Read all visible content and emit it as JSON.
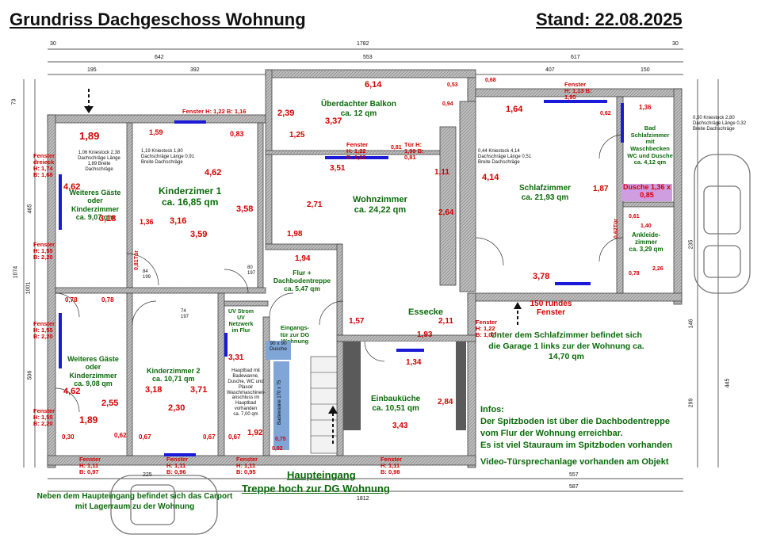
{
  "header": {
    "title": "Grundriss Dachgeschoss Wohnung",
    "stand": "Stand: 22.08.2025"
  },
  "overall_dims": {
    "top_total": "1782",
    "top_30_a": "30",
    "top_30_b": "30",
    "top_642": "642",
    "top_553": "553",
    "top_617": "617",
    "top_195": "195",
    "top_392": "392",
    "top_407": "407",
    "top_150": "150",
    "bottom_total": "1812",
    "bottom_225": "225",
    "bottom_557": "557",
    "bottom_587": "587",
    "left_1074": "1074",
    "left_1001": "1001",
    "left_465": "465",
    "left_506": "506",
    "left_73": "73",
    "right_235": "235",
    "right_146": "146",
    "right_445": "445",
    "right_299": "299"
  },
  "rooms": {
    "balcony": {
      "name": "Überdachter Balkon",
      "area": "ca. 12 qm"
    },
    "living": {
      "name": "Wohnzimmer",
      "area": "ca. 24,22 qm"
    },
    "kids1": {
      "name": "Kinderzimer 1",
      "area": "ca. 16,85 qm"
    },
    "guest1": {
      "name": "Weiteres Gäste oder Kinderzimmer",
      "area": "ca. 9,07 qm"
    },
    "bedroom": {
      "name": "Schlafzimmer",
      "area": "ca. 21,93 qm"
    },
    "bath_upper": {
      "name": "Bad Schlafzimmer mit Waschbecken WC und Dusche",
      "area": "ca. 4,12 qm"
    },
    "dressing": {
      "name": "Ankleide-zimmer",
      "area": "ca. 3,29 qm"
    },
    "hall": {
      "name": "Flur + Dachbodentreppe",
      "area": "ca. 5,47 qm"
    },
    "kids2": {
      "name": "Kinderzimmer 2",
      "area": "ca. 10,71 qm"
    },
    "guest2": {
      "name": "Weiteres Gäste oder Kinderzimmer",
      "area": "ca. 9,08 qm"
    },
    "kitchen": {
      "name": "Einbauküche",
      "area": "ca. 10,51 qm"
    },
    "mainbath": {
      "name": "Hauptbad mit Badewanne, Dusche, WC und Plasoir Waschmaschinen-anschluss im Hauptbad vorhanden",
      "area": "ca. 7,00 qm"
    }
  },
  "labels": {
    "essecke": "Essecke",
    "entrance_door": "Eingangs-tür zur DG Wohnung",
    "uv": "UV Strom UV Netzwerk im Flur",
    "shower_upper": "Dusche 1,36 x 0,85",
    "shower_main": "90 x 90 Dusche",
    "bathtub": "Badewanne 170 x 75",
    "round_window": "150 rundes Fenster",
    "main_entrance": "Haupteingang",
    "stairs_up": "Treppe hoch zur DG Wohnung",
    "garage_note": "Unter dem Schlafzimmer befindet sich die Garage 1 links zur der Wohnung ca. 14,70 qm",
    "carport_note": "Neben dem Haupteingang befindet sich das Carport mit Lagerraum zu der Wohnung",
    "info_title": "Infos:",
    "info_1": "Der Spitzboden ist über die Dachbodentreppe",
    "info_2": "vom Flur der Wohnung erreichbar.",
    "info_3": "Es ist viel Stauraum im Spitzboden vorhanden",
    "info_4": "Video-Türsprechanlage vorhanden am Objekt"
  },
  "red_dims": {
    "d_189_top": "1,89",
    "d_462_l": "4,62",
    "d_318_l": "3,18",
    "d_159": "1,59",
    "d_083": "0,83",
    "d_462_k": "4,62",
    "d_316": "3,16",
    "d_358": "3,58",
    "d_136": "1,36",
    "d_359": "3,59",
    "d_239": "2,39",
    "d_337": "3,37",
    "d_125": "1,25",
    "d_614": "6,14",
    "d_351": "3,51",
    "d_111": "1,11",
    "d_271": "2,71",
    "d_264": "2,64",
    "d_198": "1,98",
    "d_194": "1,94",
    "d_164": "1,64",
    "d_136_b": "1,36",
    "d_414": "4,14",
    "d_187": "1,87",
    "d_378": "3,78",
    "d_062": "0,62",
    "d_078_r": "0,78",
    "d_226": "2,26",
    "d_140": "1,40",
    "d_061": "0,61",
    "d_157": "1,57",
    "d_211": "2,11",
    "d_193": "1,93",
    "d_134": "1,34",
    "d_284": "2,84",
    "d_343": "3,43",
    "d_318_k": "3,18",
    "d_371": "3,71",
    "d_230": "2,30",
    "d_331": "3,31",
    "d_192": "1,92",
    "d_462_g": "4,62",
    "d_255": "2,55",
    "d_189_b": "1,89",
    "d_078_a": "0,78",
    "d_078_b": "0,78",
    "d_030": "0,30",
    "d_062_b": "0,62",
    "d_067_a": "0,67",
    "d_067_b": "0,67",
    "d_067_c": "0,67",
    "d_075": "0,75",
    "d_082": "0,82",
    "d_081": "0,81",
    "d_053": "0,53",
    "d_068": "0,68",
    "d_094": "0,94"
  },
  "windows": {
    "w_top_kids": "Fenster H: 1,22 B: 1,16",
    "w_dreieck": "Fenster dreieck H: 1,74 B: 1,68",
    "w_left_mid": "Fenster H: 1,55 B: 2,20",
    "w_left_low": "Fenster H: 1,55 B: 2,20",
    "w_left_bot": "Fenster H: 1,55 B: 2,20",
    "w_living": "Fenster H: 1,22 B: 1,92",
    "w_balcony_door": "Tür H: 1,99 B: 0,81",
    "w_bed_top": "Fenster H: 1,13 B: 1,95",
    "w_bed_right": "Fenster H: 1,22 B: 1,07",
    "w_bot_1": "Fenster H: 1,11 B: 0,97",
    "w_bot_2": "Fenster H: 1,11 B: 0,96",
    "w_bot_3": "Fenster H: 1,11 B: 0,95",
    "w_bot_4": "Fenster H: 1,11 B: 0,98"
  },
  "roof_notes": {
    "g1": "1,06 Kniestock 2,38 Dachschräge Länge 1,89 Breite Dachschräge",
    "k1": "1,19 Kniestock 1,80 Dachschräge Länge 0,91 Breite Dachschräge",
    "bed": "0,44 Kniestock 4,14 Dachschräge Länge 0,51 Breite Dachschräge",
    "right": "0,50 Kniestock 2,80 Dachschräge Länge 0,32 Breite Dachschräge"
  },
  "door_labels": {
    "tuer_081": "0,81Tür",
    "tuer_062": "0,62Tür",
    "door_84": "84 199",
    "door_80": "80 197",
    "door_74": "74 197"
  },
  "colors": {
    "wall": "#8a8a8a",
    "room_text": "#0a6b0a",
    "dim_text": "#d40000",
    "window_blue": "#1a1ad8",
    "shower": "#cf9ee0",
    "bathtub": "#7fa6d6",
    "kitchen_floor": "#5a5a5a"
  }
}
